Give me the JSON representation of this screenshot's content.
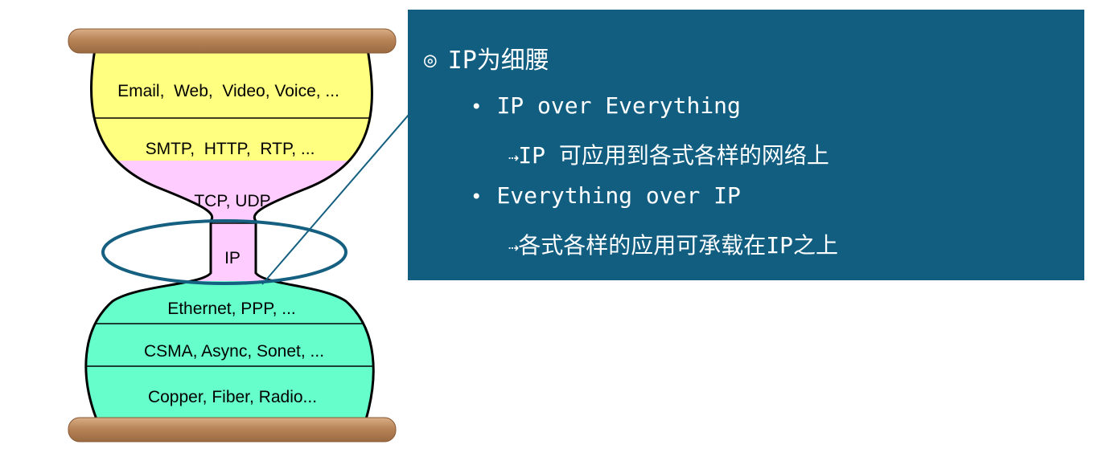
{
  "hourglass": {
    "layers": [
      {
        "label": "Email,  Web,  Video, Voice, ...",
        "color": "#ffff80"
      },
      {
        "label": "SMTP,  HTTP,  RTP, ...",
        "color": "#ffff80"
      },
      {
        "label": "TCP, UDP",
        "color": "#ffccff"
      },
      {
        "label": "IP",
        "color": "#ffccff"
      },
      {
        "label": "Ethernet, PPP, ...",
        "color": "#66ffcc"
      },
      {
        "label": "CSMA, Async, Sonet, ...",
        "color": "#66ffcc"
      },
      {
        "label": "Copper, Fiber, Radio...",
        "color": "#66ffcc"
      }
    ]
  },
  "panel": {
    "background": "#115e80",
    "title_symbol": "◎",
    "title": "IP为细腰",
    "bullet_symbol": "•",
    "arrow_symbol": "⇢",
    "bullet1": "IP over Everything",
    "sub1": "IP 可应用到各式各样的网络上",
    "bullet2": "Everything over IP",
    "sub2": "各式各样的应用可承载在IP之上"
  }
}
